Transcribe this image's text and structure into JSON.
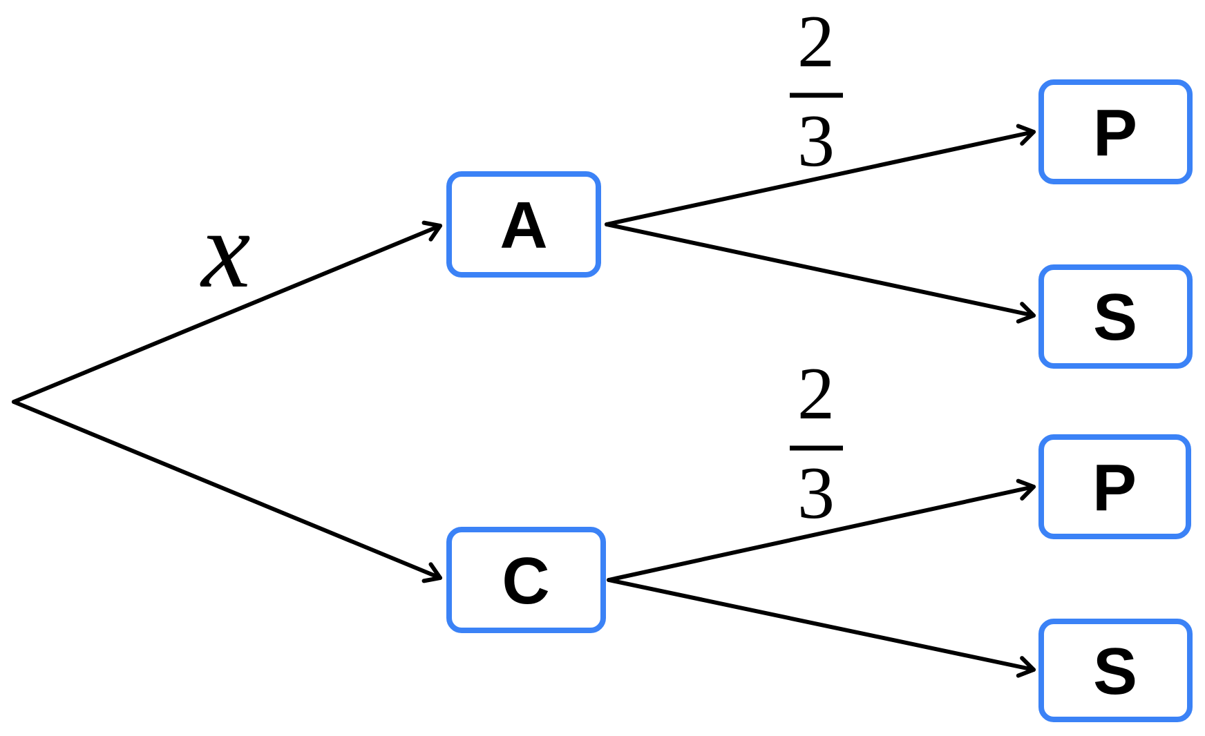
{
  "diagram": {
    "type": "probability-tree-diagram",
    "background_color": "#ffffff",
    "node_border_color": "#3b82f6",
    "node_fill_color": "#ffffff",
    "line_color": "#000000",
    "text_color": "#000000",
    "nodes": {
      "a": {
        "label": "A"
      },
      "c": {
        "label": "C"
      },
      "a_p": {
        "label": "P"
      },
      "a_s": {
        "label": "S"
      },
      "c_p": {
        "label": "P"
      },
      "c_s": {
        "label": "S"
      }
    },
    "edge_labels": {
      "root_to_a": {
        "label": "x"
      },
      "a_to_p": {
        "numerator": "2",
        "denominator": "3"
      },
      "c_to_p": {
        "numerator": "2",
        "denominator": "3"
      }
    }
  }
}
